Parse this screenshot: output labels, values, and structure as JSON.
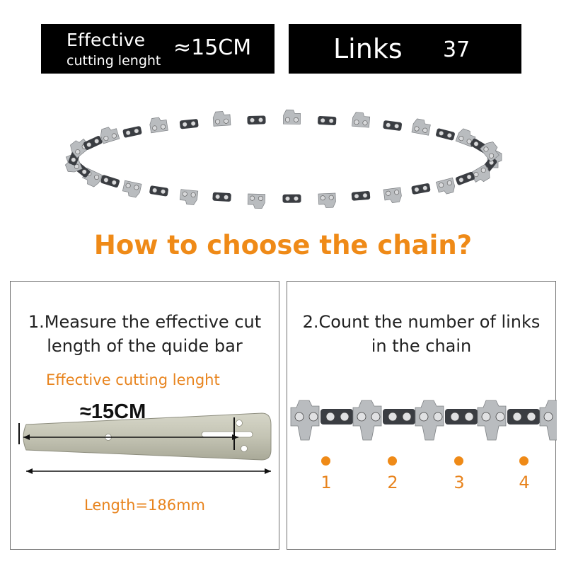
{
  "specs": {
    "effective_line1": "Effective",
    "effective_line2": "cutting lenght",
    "effective_value": "≈15CM",
    "links_label": "Links",
    "links_value": "37"
  },
  "headline": "How to choose the chain?",
  "measure_panel": {
    "step_line1": "1.Measure the effective cut",
    "step_line2": "length of the quide bar",
    "effective_caption": "Effective cutting lenght",
    "cm_value": "≈15CM",
    "length_caption": "Length=186mm"
  },
  "count_panel": {
    "step_line1": "2.Count the number of links",
    "step_line2": "in the chain",
    "numbers": [
      "1",
      "2",
      "3",
      "4"
    ]
  },
  "colors": {
    "accent": "#ef8a17",
    "box_bg": "#000000",
    "chain_steel": "#b9bcbf",
    "chain_dark": "#3a3d42"
  }
}
